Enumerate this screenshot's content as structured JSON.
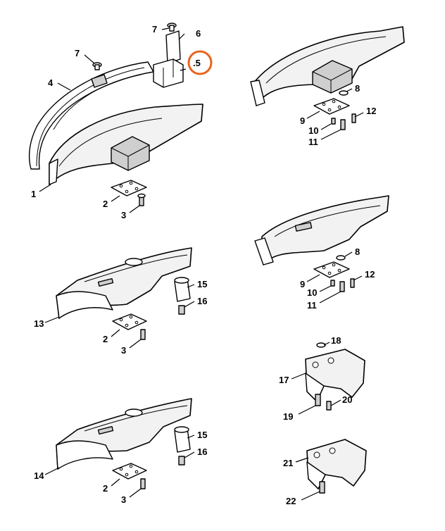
{
  "diagram": {
    "highlight_color": "#e8641e",
    "labels": {
      "l1": "1",
      "l2a": "2",
      "l3a": "3",
      "l4": "4",
      "l5": ".5",
      "l6": "6",
      "l7a": "7",
      "l7b": "7",
      "l8a": "8",
      "l9a": "9",
      "l10a": "10",
      "l11a": "11",
      "l12a": "12",
      "l8b": "8",
      "l9b": "9",
      "l10b": "10",
      "l11b": "11",
      "l12b": "12",
      "l13": "13",
      "l2b": "2",
      "l3b": "3",
      "l15a": "15",
      "l16a": "16",
      "l14": "14",
      "l2c": "2",
      "l3c": "3",
      "l15b": "15",
      "l16b": "16",
      "l17": "17",
      "l18": "18",
      "l19": "19",
      "l20": "20",
      "l21": "21",
      "l22": "22"
    }
  }
}
